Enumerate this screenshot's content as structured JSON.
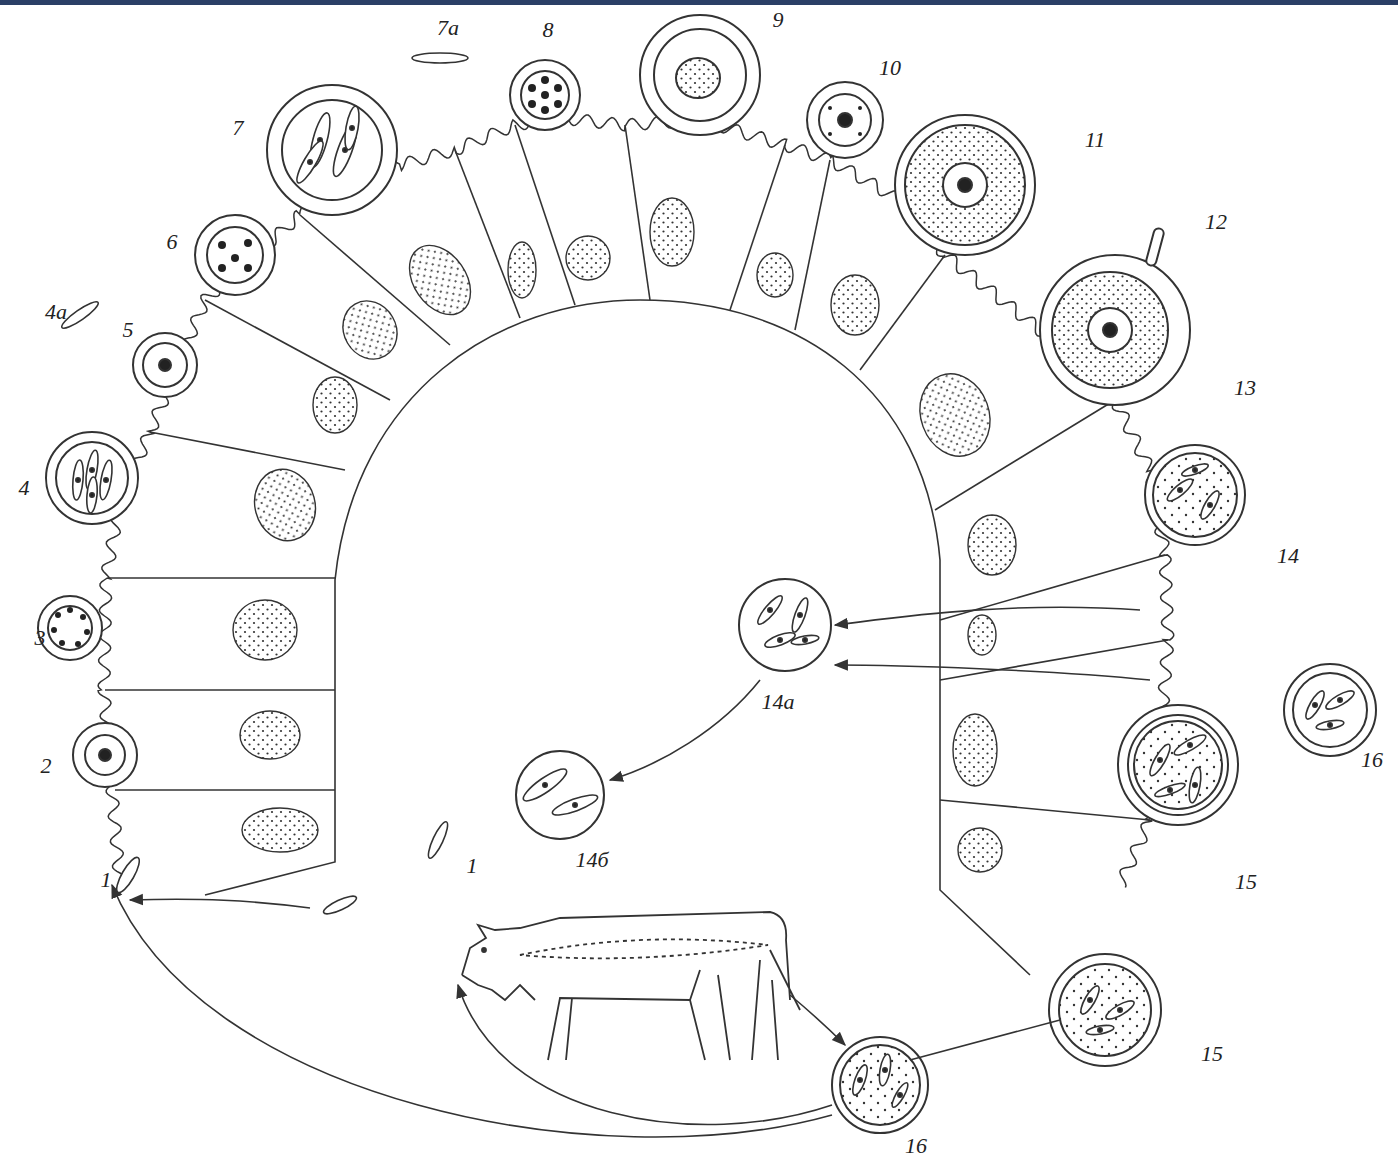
{
  "diagram": {
    "labels": [
      "7а",
      "8",
      "9",
      "10",
      "11",
      "7",
      "12",
      "6",
      "5",
      "13",
      "4а",
      "4",
      "3",
      "14",
      "14а",
      "2",
      "16",
      "15",
      "14б",
      "1",
      "1",
      "15",
      "16"
    ]
  }
}
